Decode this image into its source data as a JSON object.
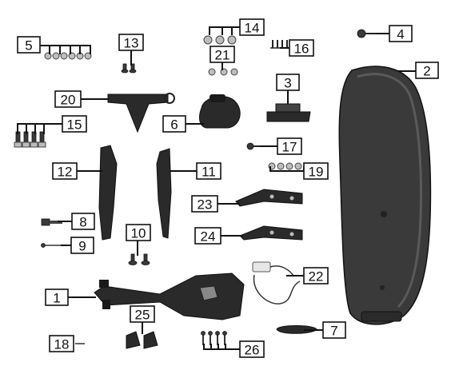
{
  "callouts": [
    {
      "id": "c1",
      "label": "1"
    },
    {
      "id": "c2",
      "label": "2"
    },
    {
      "id": "c3",
      "label": "3"
    },
    {
      "id": "c4",
      "label": "4"
    },
    {
      "id": "c5",
      "label": "5"
    },
    {
      "id": "c6",
      "label": "6"
    },
    {
      "id": "c7",
      "label": "7"
    },
    {
      "id": "c8",
      "label": "8"
    },
    {
      "id": "c9",
      "label": "9"
    },
    {
      "id": "c10",
      "label": "10"
    },
    {
      "id": "c11",
      "label": "11"
    },
    {
      "id": "c12",
      "label": "12"
    },
    {
      "id": "c13",
      "label": "13"
    },
    {
      "id": "c14",
      "label": "14"
    },
    {
      "id": "c15",
      "label": "15"
    },
    {
      "id": "c16",
      "label": "16"
    },
    {
      "id": "c17",
      "label": "17"
    },
    {
      "id": "c18",
      "label": "18"
    },
    {
      "id": "c19",
      "label": "19"
    },
    {
      "id": "c20",
      "label": "20"
    },
    {
      "id": "c21",
      "label": "21"
    },
    {
      "id": "c22",
      "label": "22"
    },
    {
      "id": "c23",
      "label": "23"
    },
    {
      "id": "c24",
      "label": "24"
    },
    {
      "id": "c25",
      "label": "25"
    },
    {
      "id": "c26",
      "label": "26"
    }
  ]
}
